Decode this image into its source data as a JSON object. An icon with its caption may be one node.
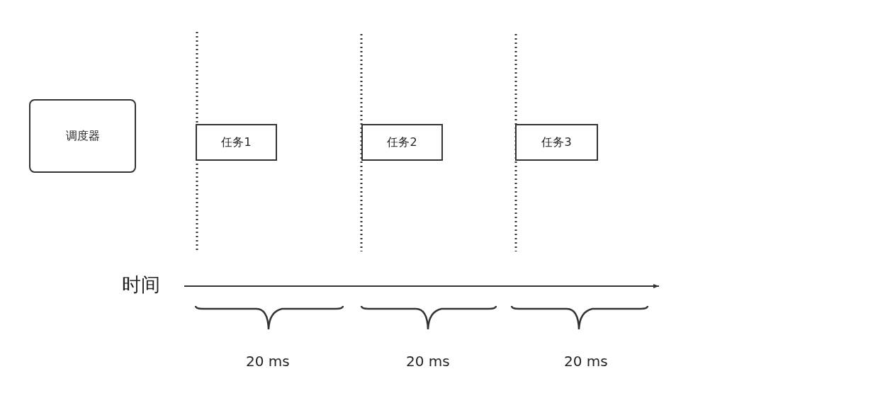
{
  "diagram": {
    "nodes": [
      {
        "text": [
          "调度器"
        ]
      },
      {
        "text": [
          "任务1"
        ]
      },
      {
        "text": [
          "任务2"
        ]
      },
      {
        "text": [
          "任务3"
        ]
      }
    ],
    "edges": [],
    "labels": [
      "时间",
      "20 ms",
      "20 ms",
      "20 ms"
    ]
  }
}
